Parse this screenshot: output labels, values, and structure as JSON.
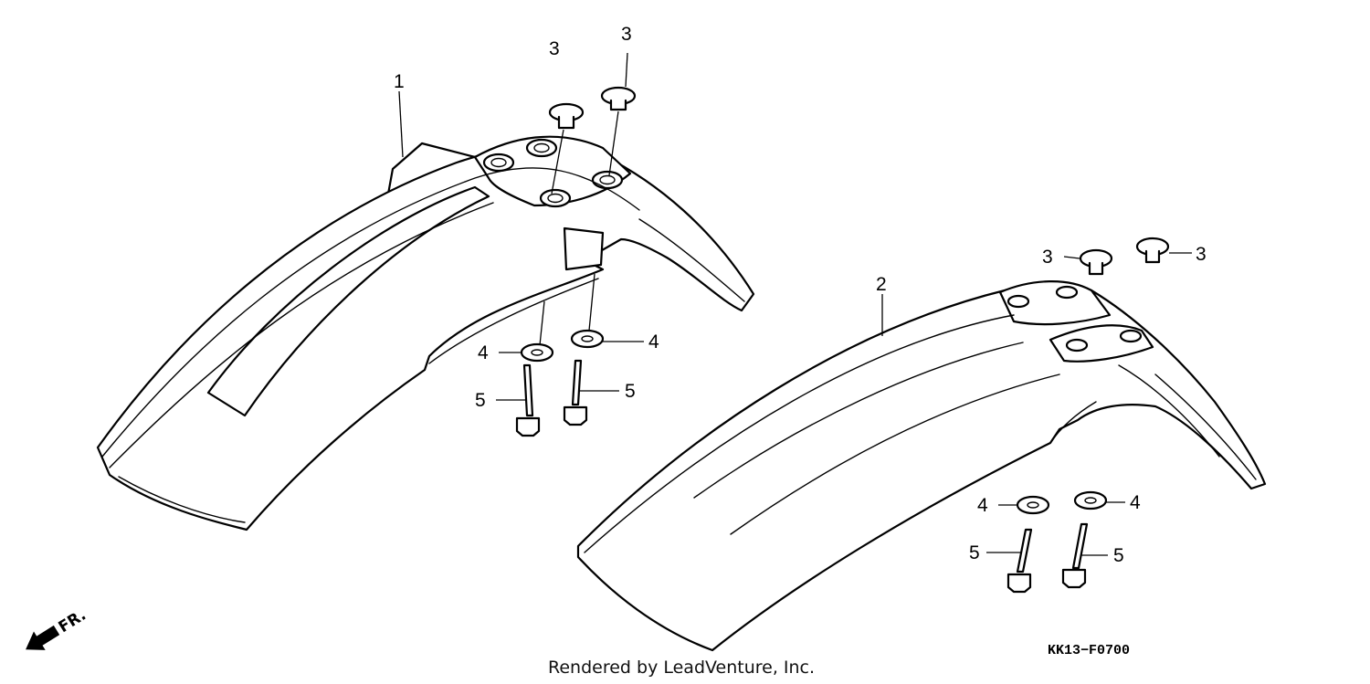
{
  "callouts": {
    "c1": "1",
    "c2": "2",
    "c3a": "3",
    "c3b": "3",
    "c3c": "3",
    "c3d": "3",
    "c4a": "4",
    "c4b": "4",
    "c4c": "4",
    "c4d": "4",
    "c5a": "5",
    "c5b": "5",
    "c5c": "5",
    "c5d": "5"
  },
  "diagram_code": "KK13−F0700",
  "credit": "Rendered by LeadVenture, Inc.",
  "direction_label": "FR."
}
